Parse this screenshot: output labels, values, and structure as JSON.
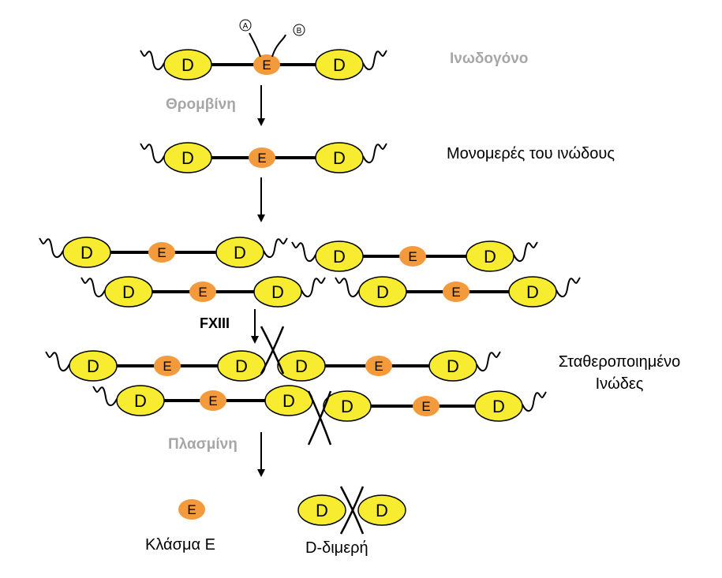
{
  "labels": {
    "fibrinogen": "Ινωδογόνο",
    "thrombin": "Θρομβίνη",
    "fibrin_monomers": "Μονομερές του ινώδους",
    "fxiii": "FXIII",
    "stabilized_line1": "Σταθεροποιημένο",
    "stabilized_line2": "Ινώδες",
    "plasmin": "Πλασμίνη",
    "fragment_e": "Κλάσμα Ε",
    "d_dimer": "D-διμερή"
  },
  "domains": {
    "d": "D",
    "e": "E"
  },
  "markers": {
    "a": "A",
    "b": "B"
  },
  "colors": {
    "d_domain": "#f7ec2f",
    "e_domain": "#f39a3c",
    "gray_label": "#a6a6a6",
    "line": "#000000"
  }
}
